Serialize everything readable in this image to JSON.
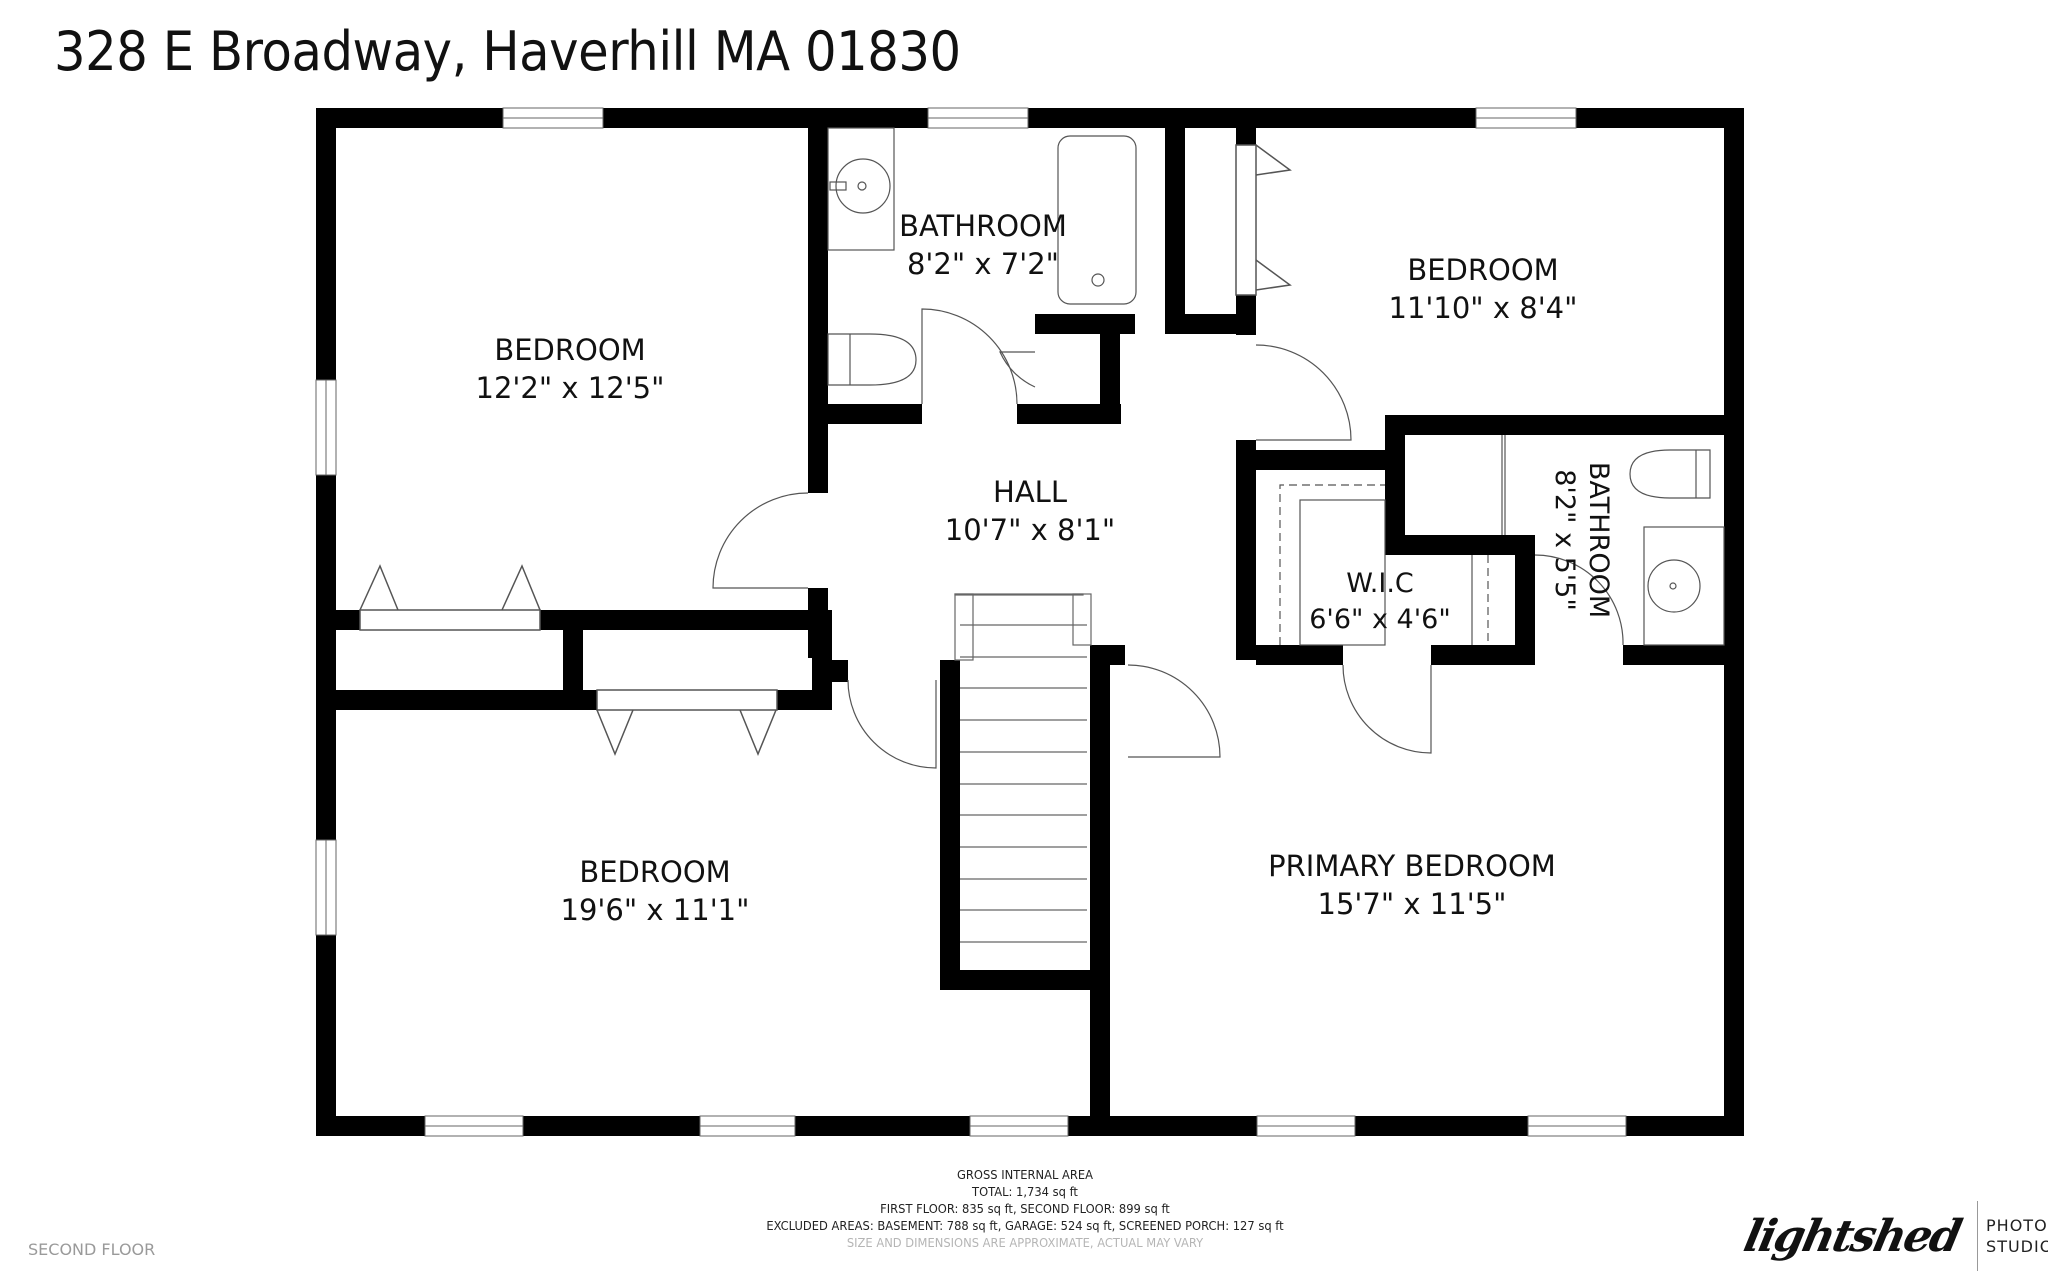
{
  "header": {
    "address": "328 E Broadway, Haverhill MA 01830"
  },
  "rooms": [
    {
      "id": "bedroom-nw",
      "name": "BEDROOM",
      "dimensions": "12'2\" x 12'5\""
    },
    {
      "id": "bathroom-hall",
      "name": "BATHROOM",
      "dimensions": "8'2\" x 7'2\""
    },
    {
      "id": "bedroom-ne",
      "name": "BEDROOM",
      "dimensions": "11'10\" x 8'4\""
    },
    {
      "id": "hall",
      "name": "HALL",
      "dimensions": "10'7\" x 8'1\""
    },
    {
      "id": "wic",
      "name": "W.I.C",
      "dimensions": "6'6\" x 4'6\""
    },
    {
      "id": "bathroom-primary",
      "name": "BATHROOM",
      "dimensions": "8'2\" x 5'5\""
    },
    {
      "id": "bedroom-sw",
      "name": "BEDROOM",
      "dimensions": "19'6\" x 11'1\""
    },
    {
      "id": "primary-bedroom",
      "name": "PRIMARY BEDROOM",
      "dimensions": "15'7\" x 11'5\""
    }
  ],
  "footer": {
    "heading": "GROSS INTERNAL AREA",
    "total": "TOTAL: 1,734 sq ft",
    "floors": "FIRST FLOOR: 835 sq ft, SECOND FLOOR: 899 sq ft",
    "excluded": "EXCLUDED AREAS: BASEMENT: 788 sq ft, GARAGE: 524 sq ft, SCREENED PORCH: 127 sq ft",
    "disclaimer": "SIZE AND DIMENSIONS ARE APPROXIMATE, ACTUAL MAY VARY"
  },
  "floor_label": "SECOND FLOOR",
  "branding": {
    "script": "lightshed",
    "line1": "PHOTOGRAPHY",
    "line2": "STUDIO"
  },
  "colors": {
    "wall": "#000000",
    "background": "#ffffff",
    "fixture_line": "#555555",
    "disclaimer": "#b5b5b5"
  }
}
